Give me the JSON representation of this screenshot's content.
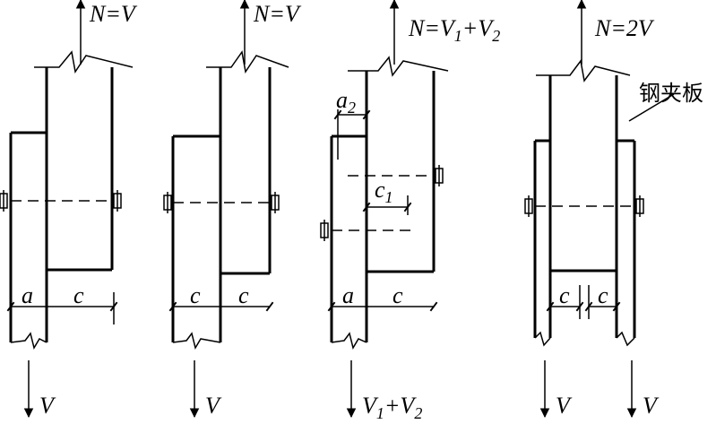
{
  "diagram": {
    "panel1": {
      "top_force": "N=V",
      "dim_a": "a",
      "dim_c": "c",
      "bottom_force": "V"
    },
    "panel2": {
      "top_force": "N=V",
      "dim_c_left": "c",
      "dim_c_right": "c",
      "bottom_force": "V"
    },
    "panel3": {
      "top_force_prefix": "N=V",
      "top_force_sub1": "1",
      "top_force_mid": "+V",
      "top_force_sub2": "2",
      "dim_a2_base": "a",
      "dim_a2_sub": "2",
      "dim_c1_base": "c",
      "dim_c1_sub": "1",
      "dim_a": "a",
      "dim_c": "c",
      "bottom_force_prefix": "V",
      "bottom_force_sub1": "1",
      "bottom_force_mid": "+V",
      "bottom_force_sub2": "2"
    },
    "panel4": {
      "top_force": "N=2V",
      "plate_label": "钢夹板",
      "dim_c_left": "c",
      "dim_c_right": "c",
      "bottom_force_left": "V",
      "bottom_force_right": "V"
    }
  }
}
